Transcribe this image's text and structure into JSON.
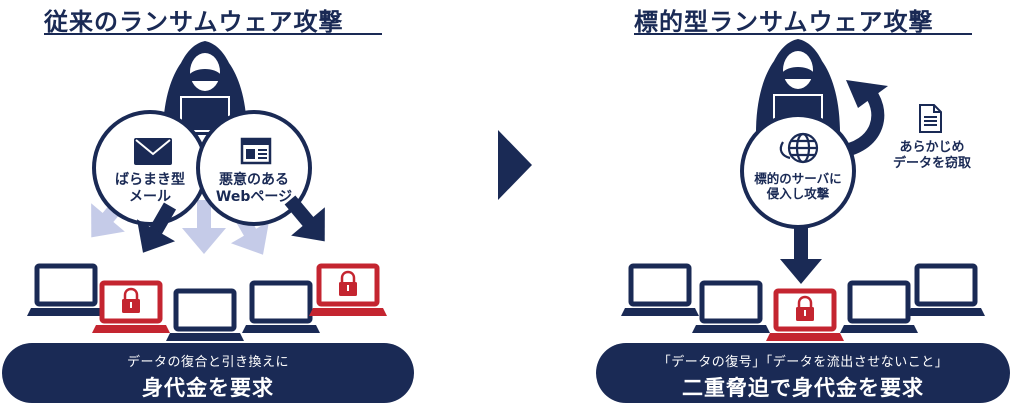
{
  "left_panel": {
    "title": "従来のランサムウェア攻撃",
    "bubble_mail": {
      "line1": "ばらまき型",
      "line2": "メール"
    },
    "bubble_web": {
      "line1": "悪意のある",
      "line2": "Webページ"
    },
    "bar": {
      "sub": "データの復合と引き換えに",
      "main": "身代金を要求"
    }
  },
  "right_panel": {
    "title": "標的型ランサムウェア攻撃",
    "bubble_server": {
      "line1": "標的のサーバに",
      "line2": "侵入し攻撃"
    },
    "steal": {
      "line1": "あらかじめ",
      "line2": "データを窃取"
    },
    "bar": {
      "sub": "「データの復号」「データを流出させないこと」",
      "main": "二重脅迫で身代金を要求"
    }
  },
  "colors": {
    "navy": "#1a2a55",
    "red": "#c42530",
    "lavender": "#c5cbe8"
  },
  "icons": [
    "hacker-icon",
    "mail-icon",
    "webpage-icon",
    "globe-icon",
    "document-icon",
    "laptop-icon",
    "padlock-icon",
    "arrow-icon",
    "chevron-right-icon"
  ]
}
